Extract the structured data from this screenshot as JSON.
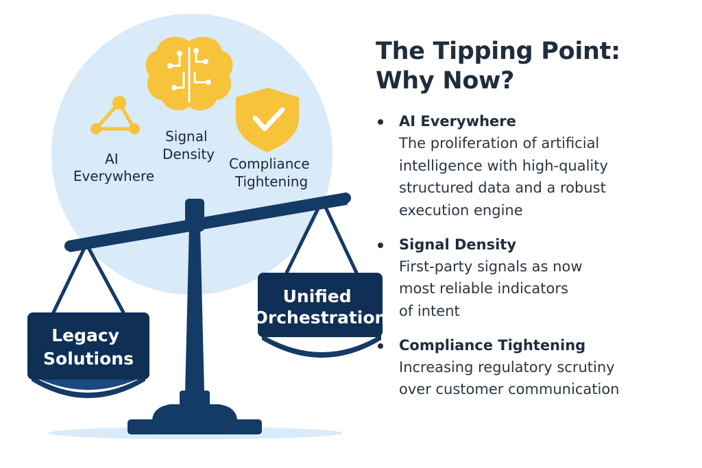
{
  "illustration": {
    "circle_labels": {
      "ai_everywhere": [
        "AI",
        "Everywhere"
      ],
      "signal_density": [
        "Signal",
        "Density"
      ],
      "compliance_tightening": [
        "Compliance",
        "Tightening"
      ]
    },
    "pans": {
      "left": [
        "Legacy",
        "Solutions"
      ],
      "right": [
        "Unified",
        "Orchestration"
      ]
    },
    "icons": [
      "network-icon",
      "brain-circuit-icon",
      "shield-check-icon",
      "balance-scale-icon"
    ],
    "colors": {
      "navy": "#143a66",
      "yellow": "#f6c33a",
      "circle": "#d9eaf8"
    }
  },
  "panel": {
    "title_lines": [
      "The Tipping Point:",
      "Why Now?"
    ],
    "items": [
      {
        "heading": "AI Everywhere",
        "body_lines": [
          "The proliferation of artificial",
          "intelligence with high-quality",
          "structured data and a robust",
          "execution engine"
        ]
      },
      {
        "heading": "Signal Density",
        "body_lines": [
          "First-party signals as now",
          "most reliable indicators",
          "of intent"
        ]
      },
      {
        "heading": "Compliance Tightening",
        "body_lines": [
          "Increasing regulatory scrutiny",
          "over customer communication"
        ]
      }
    ]
  }
}
